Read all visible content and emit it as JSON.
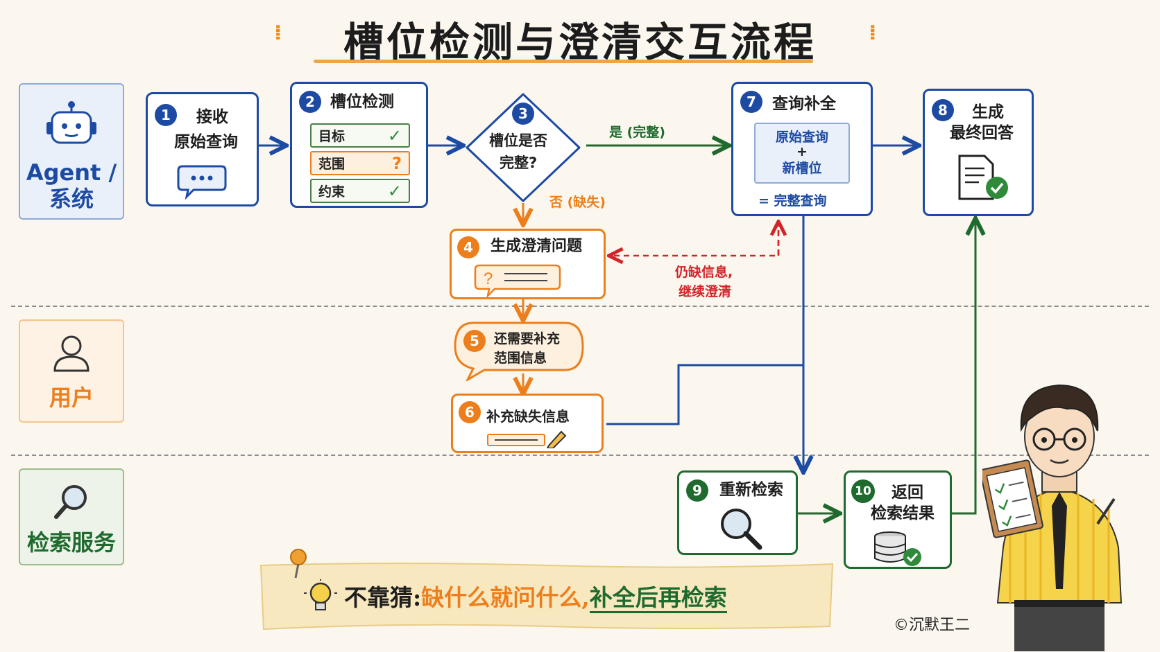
{
  "title": "槽位检测与澄清交互流程",
  "lanes": {
    "agent": "Agent / 系统",
    "user": "用户",
    "search": "检索服务"
  },
  "steps": {
    "s1": {
      "num": "1",
      "line1": "接收",
      "line2": "原始查询"
    },
    "s2": {
      "num": "2",
      "title": "槽位检测",
      "rows": [
        "目标",
        "范围",
        "约束"
      ]
    },
    "s3": {
      "num": "3",
      "line1": "槽位是否",
      "line2": "完整?"
    },
    "s4": {
      "num": "4",
      "title": "生成澄清问题"
    },
    "s5": {
      "num": "5",
      "line1": "还需要补充",
      "line2": "范围信息"
    },
    "s6": {
      "num": "6",
      "title": "补充缺失信息"
    },
    "s7": {
      "num": "7",
      "title": "查询补全",
      "inner1": "原始查询",
      "plus": "+",
      "inner2": "新槽位",
      "result": "= 完整查询"
    },
    "s8": {
      "num": "8",
      "line1": "生成",
      "line2": "最终回答"
    },
    "s9": {
      "num": "9",
      "title": "重新检索"
    },
    "s10": {
      "num": "10",
      "line1": "返回",
      "line2": "检索结果"
    }
  },
  "edges": {
    "yes": "是 (完整)",
    "no": "否 (缺失)",
    "loop1": "仍缺信息,",
    "loop2": "继续澄清"
  },
  "banner": {
    "part1": "不靠猜:",
    "part2": "缺什么就问什么,",
    "part3": "补全后再检索"
  },
  "credit": "©沉默王二",
  "colors": {
    "blue": "#1d4aa3",
    "orange": "#ec7f1c",
    "green": "#1f6a2e",
    "red": "#d3242a"
  }
}
